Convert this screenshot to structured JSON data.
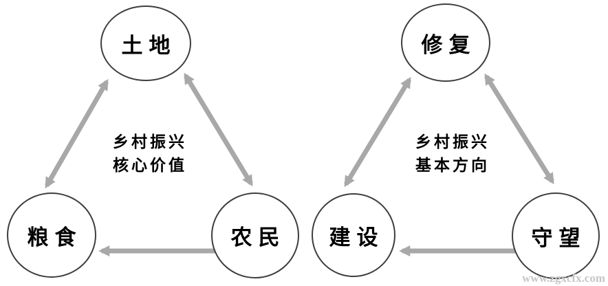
{
  "diagrams": [
    {
      "nodes": {
        "top": "土地",
        "bottom_left": "粮食",
        "bottom_right": "农民"
      },
      "center_label": {
        "line1": "乡村振兴",
        "line2": "核心价值"
      }
    },
    {
      "nodes": {
        "top": "修复",
        "bottom_left": "建设",
        "bottom_right": "守望"
      },
      "center_label": {
        "line1": "乡村振兴",
        "line2": "基本方向"
      }
    }
  ],
  "watermark": {
    "text": "www.zgxcfx.com"
  },
  "colors": {
    "arrow": "#a8a8a8",
    "circle-stroke": "#3d3d3d",
    "label-text": "#000000",
    "watermark-text": "#c6c6c6",
    "background": "#ffffff"
  }
}
